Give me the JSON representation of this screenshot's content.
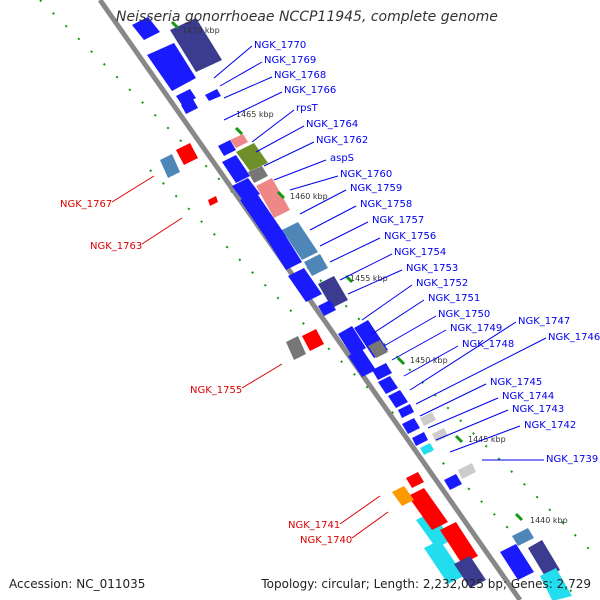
{
  "title": "Neisseria gonorrhoeae NCCP11945, complete genome",
  "footer": {
    "accession": "Accession: NC_011035",
    "summary": "Topology: circular; Length: 2,232,025 bp; Genes: 2,729"
  },
  "colors": {
    "backbone": "#888888",
    "gene_blue": "#1a1aff",
    "gene_navy": "#3b3b8f",
    "gene_steel": "#4f86b8",
    "gene_red": "#ff0000",
    "gene_pink": "#ee8888",
    "gene_olive": "#6f8f2a",
    "gene_gray": "#777777",
    "gene_lightgray": "#cccccc",
    "gene_cyan": "#22ddee",
    "gene_orange": "#ff9900",
    "label_blue": "#0000ee",
    "label_red": "#dd0000",
    "dot_green": "#119911"
  },
  "ticks": [
    {
      "label": "1470 kbp"
    },
    {
      "label": "1465 kbp"
    },
    {
      "label": "1460 kbp"
    },
    {
      "label": "1455 kbp"
    },
    {
      "label": "1450 kbp"
    },
    {
      "label": "1445 kbp"
    },
    {
      "label": "1440 kbp"
    }
  ],
  "labels_right": [
    "NGK_1770",
    "NGK_1769",
    "NGK_1768",
    "NGK_1766",
    "rpsT",
    "NGK_1764",
    "NGK_1762",
    "aspS",
    "NGK_1760",
    "NGK_1759",
    "NGK_1758",
    "NGK_1757",
    "NGK_1756",
    "NGK_1754",
    "NGK_1753",
    "NGK_1752",
    "NGK_1751",
    "NGK_1750",
    "NGK_1749",
    "NGK_1748",
    "NGK_1747",
    "NGK_1746",
    "NGK_1745",
    "NGK_1744",
    "NGK_1743",
    "NGK_1742",
    "NGK_1739"
  ],
  "labels_left": [
    "NGK_1767",
    "NGK_1763",
    "NGK_1755",
    "NGK_1741",
    "NGK_1740"
  ]
}
